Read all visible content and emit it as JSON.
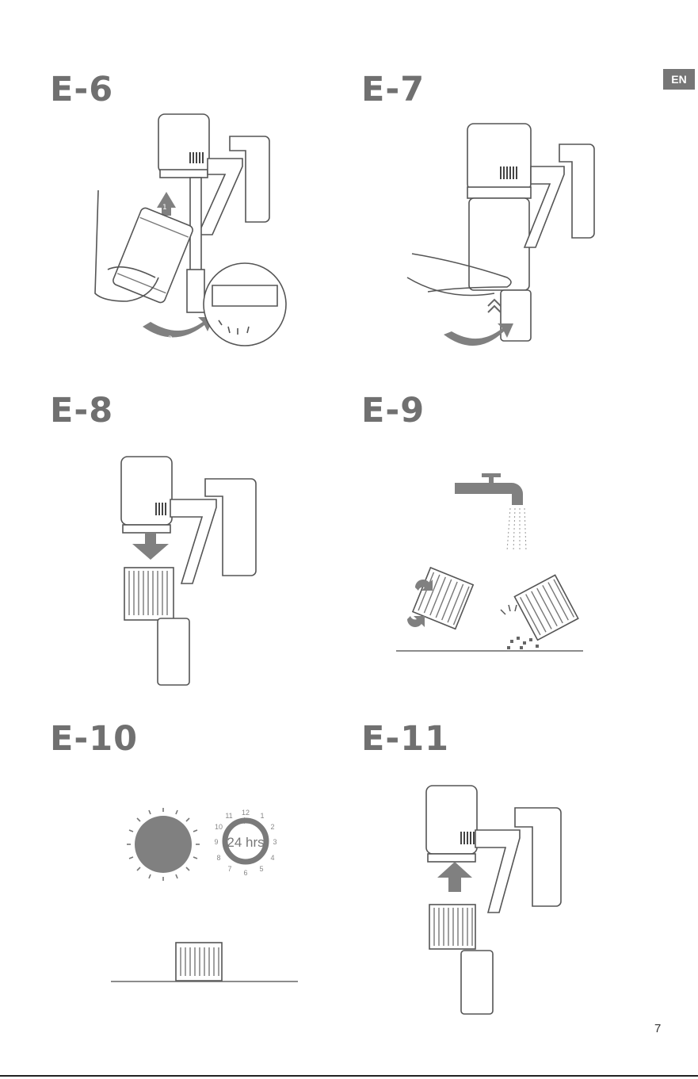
{
  "language_badge": "EN",
  "steps": [
    {
      "label": "E-6",
      "arrow_labels": [
        "1",
        "2"
      ]
    },
    {
      "label": "E-7"
    },
    {
      "label": "E-8"
    },
    {
      "label": "E-9"
    },
    {
      "label": "E-10",
      "clock_numbers": [
        "12",
        "1",
        "2",
        "3",
        "4",
        "5",
        "6",
        "7",
        "8",
        "9",
        "10",
        "11"
      ],
      "duration": "24 hrs"
    },
    {
      "label": "E-11"
    }
  ],
  "page_number": "7",
  "colors": {
    "title": "#707070",
    "badge": "#767676",
    "illustration_fill": "#808080"
  }
}
